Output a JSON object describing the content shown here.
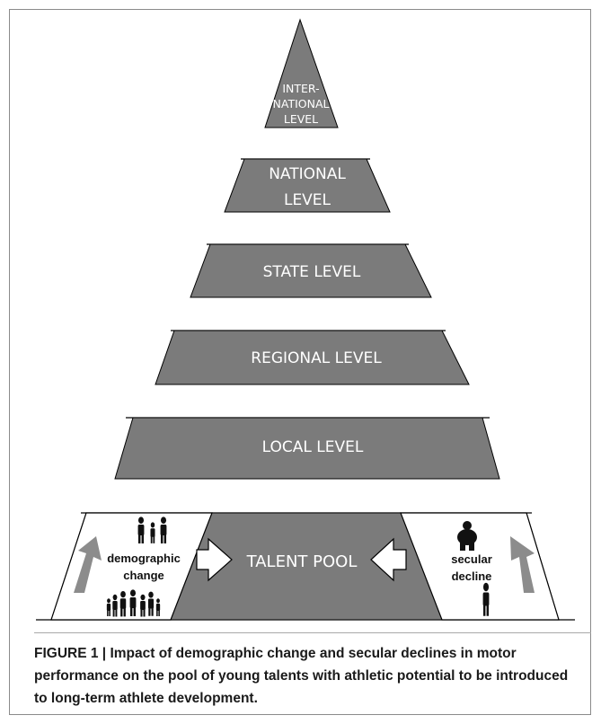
{
  "pyramid": {
    "levels": [
      {
        "lines": [
          "INTER-",
          "NATIONAL",
          "LEVEL"
        ]
      },
      {
        "lines": [
          "NATIONAL",
          "LEVEL"
        ]
      },
      {
        "lines": [
          "STATE LEVEL"
        ]
      },
      {
        "lines": [
          "REGIONAL LEVEL"
        ]
      },
      {
        "lines": [
          "LOCAL LEVEL"
        ]
      }
    ],
    "base_label": "TALENT POOL"
  },
  "left_panel": {
    "line1": "demographic",
    "line2": "change"
  },
  "right_panel": {
    "line1": "secular",
    "line2": "decline"
  },
  "colors": {
    "level_fill": "#7b7b7b",
    "outline": "#000000",
    "arrow_gray": "#8c8c8c",
    "label_text": "#ffffff"
  },
  "icons": [
    "family-icon",
    "extended-family-icon",
    "overweight-person-icon",
    "slim-person-icon",
    "up-arrow-icon",
    "right-arrow-icon",
    "left-arrow-icon"
  ],
  "caption": {
    "label": "FIGURE 1 |",
    "text": "Impact of demographic change and secular declines in motor performance on the pool of young talents with athletic potential to be introduced to long-term athlete development."
  }
}
